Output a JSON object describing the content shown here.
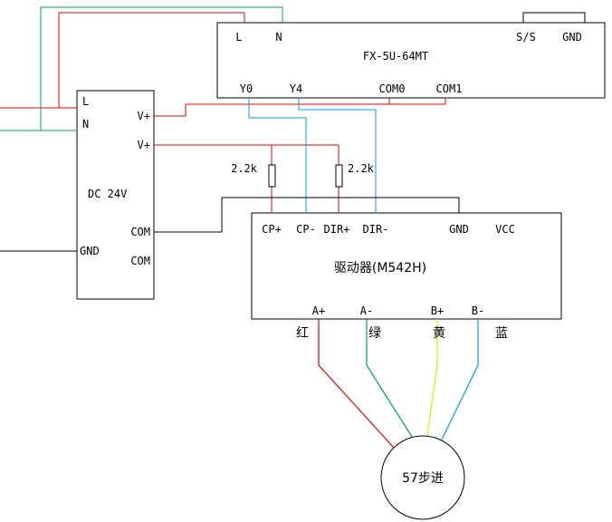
{
  "colors": {
    "red": "#e60000",
    "green": "#00a651",
    "blue": "#00a0e9",
    "yellow": "#efe400",
    "black": "#000000"
  },
  "plc": {
    "title": "FX-5U-64MT",
    "l": "L",
    "n": "N",
    "ss": "S/S",
    "gnd": "GND",
    "y0": "Y0",
    "y4": "Y4",
    "com0": "COM0",
    "com1": "COM1"
  },
  "power": {
    "title": "DC 24V",
    "l": "L",
    "n": "N",
    "vplus_a": "V+",
    "vplus_b": "V+",
    "com_a": "COM",
    "com_b": "COM",
    "gnd": "GND"
  },
  "driver": {
    "title": "驱动器(M542H)",
    "cp_plus": "CP+",
    "cp_minus": "CP-",
    "dir_plus": "DIR+",
    "dir_minus": "DIR-",
    "gnd": "GND",
    "vcc": "VCC",
    "a_plus": "A+",
    "a_minus": "A-",
    "b_plus": "B+",
    "b_minus": "B-"
  },
  "resistors": {
    "r1": "2.2k",
    "r2": "2.2k"
  },
  "wire_labels": {
    "red": "红",
    "green": "绿",
    "yellow": "黄",
    "blue": "蓝"
  },
  "motor": {
    "label": "57步进"
  }
}
